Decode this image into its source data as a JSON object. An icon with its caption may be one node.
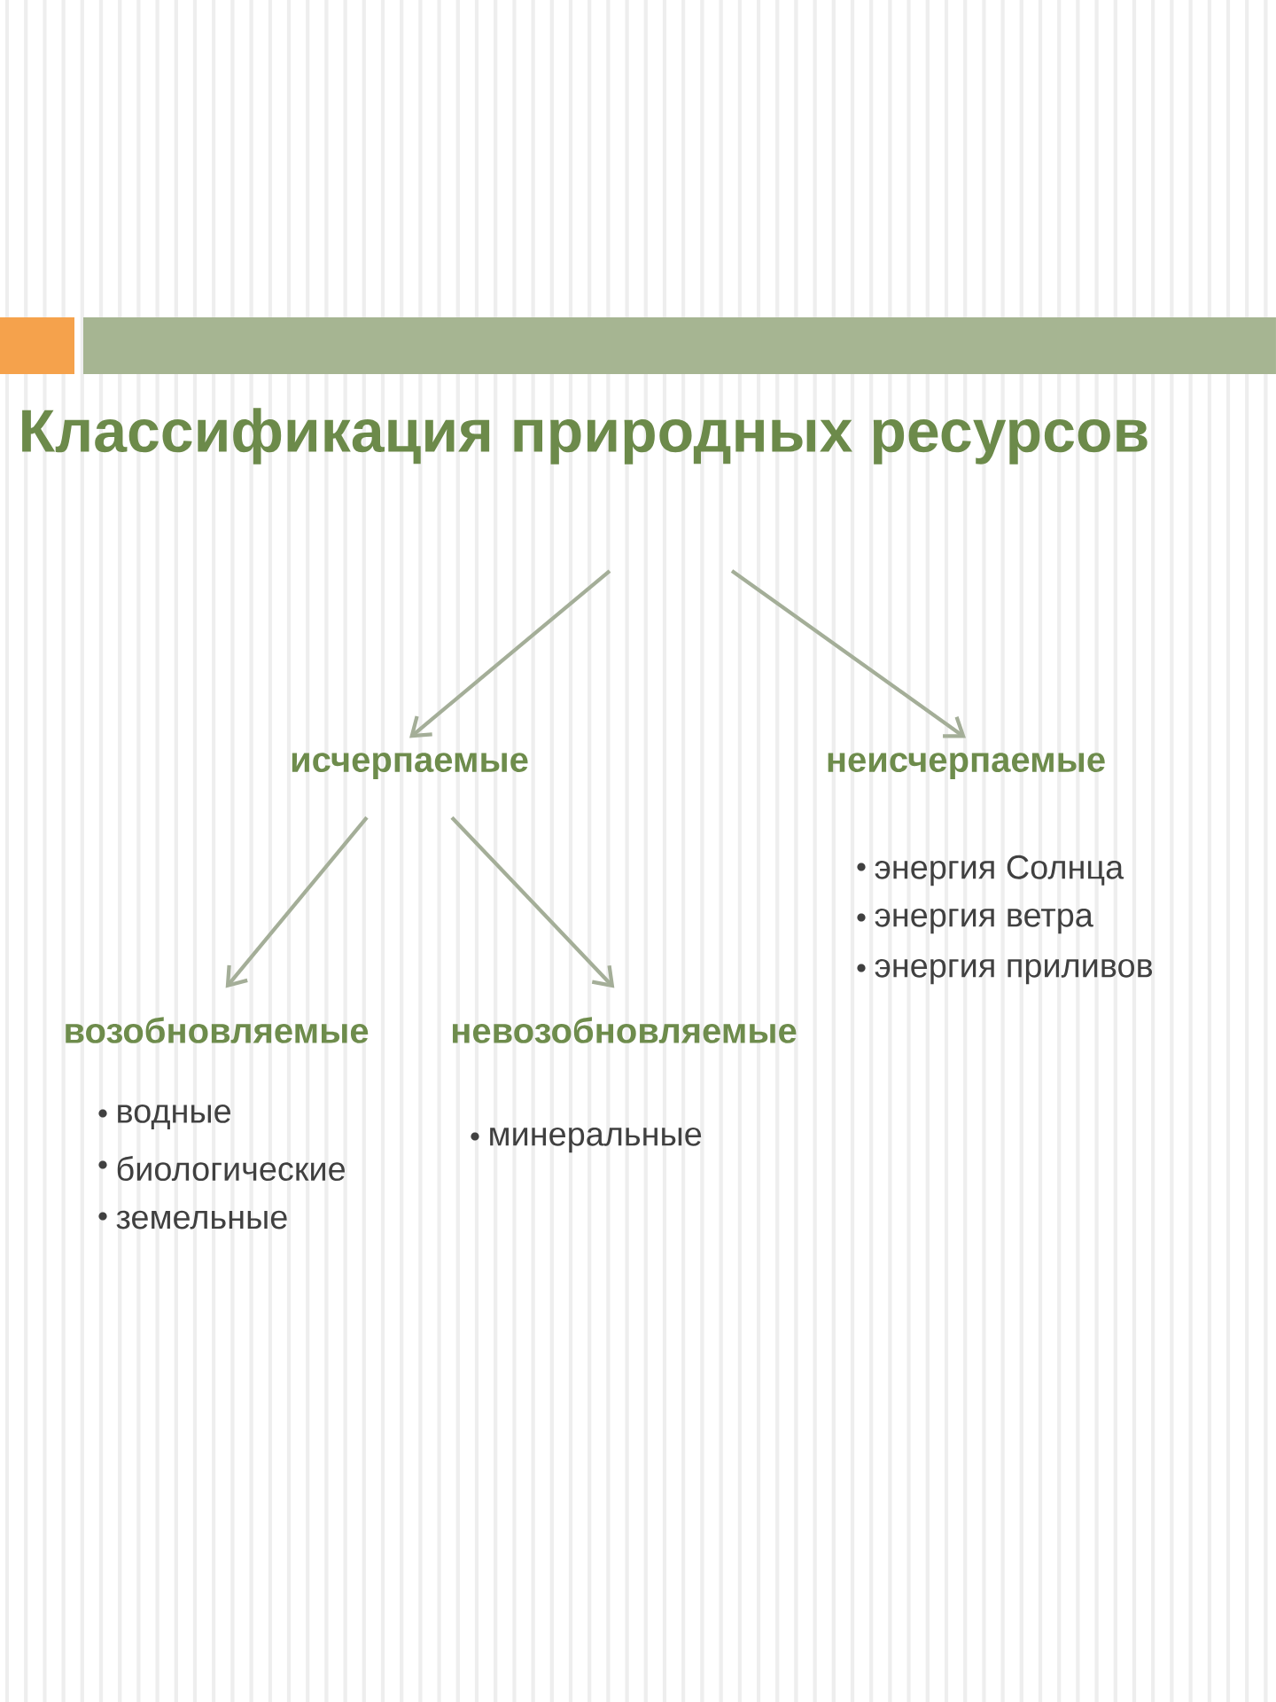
{
  "diagram": {
    "title": "Классификация природных ресурсов",
    "nodes": [
      {
        "text": [
          "исчерпаемые"
        ]
      },
      {
        "text": [
          "неисчерпаемые"
        ],
        "beside": [
          "энергия Солнца",
          "энергия ветра",
          "энергия приливов"
        ]
      },
      {
        "text": [
          "возобновляемые"
        ],
        "beside": [
          "водные",
          "биологические",
          "земельные"
        ]
      },
      {
        "text": [
          "невозобновляемые"
        ],
        "beside": [
          "минеральные"
        ]
      }
    ],
    "edges": [
      {
        "from": null,
        "to": 0,
        "arrow": "to"
      },
      {
        "from": null,
        "to": 1,
        "arrow": "to"
      },
      {
        "from": 0,
        "to": 2,
        "arrow": "to"
      },
      {
        "from": 0,
        "to": 3,
        "arrow": "to"
      }
    ]
  }
}
